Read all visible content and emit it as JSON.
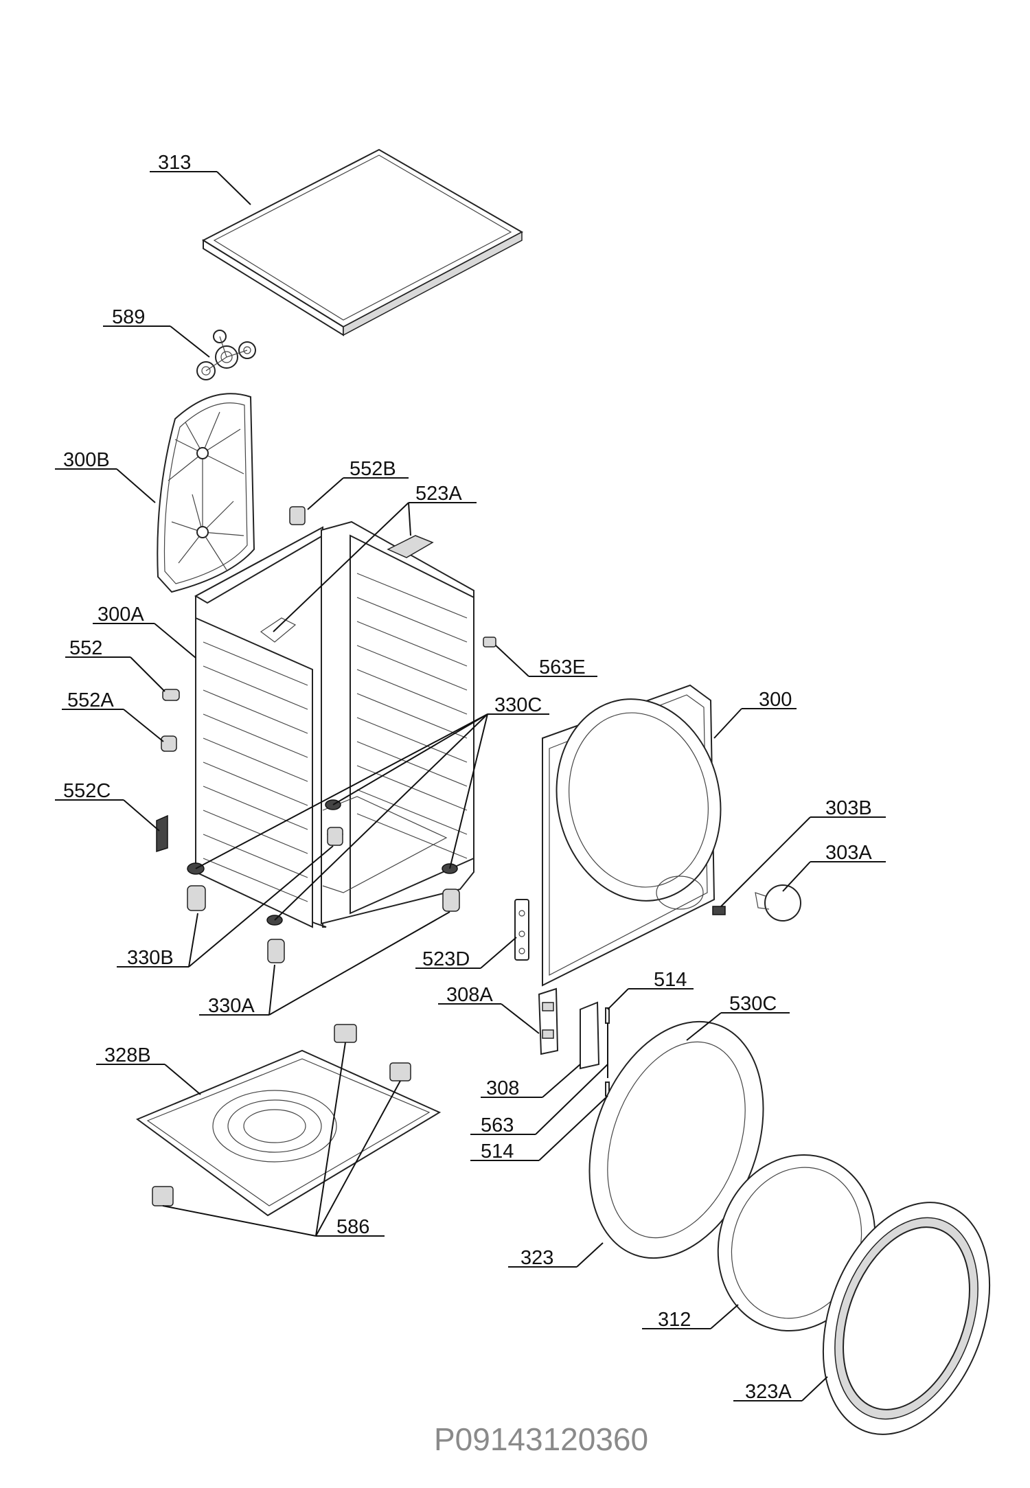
{
  "diagram": {
    "callouts": [
      {
        "id": "313",
        "label": "313"
      },
      {
        "id": "589",
        "label": "589"
      },
      {
        "id": "300B",
        "label": "300B"
      },
      {
        "id": "552B",
        "label": "552B"
      },
      {
        "id": "523A",
        "label": "523A"
      },
      {
        "id": "300A",
        "label": "300A"
      },
      {
        "id": "552",
        "label": "552"
      },
      {
        "id": "563E",
        "label": "563E"
      },
      {
        "id": "552A",
        "label": "552A"
      },
      {
        "id": "330C",
        "label": "330C"
      },
      {
        "id": "300",
        "label": "300"
      },
      {
        "id": "552C",
        "label": "552C"
      },
      {
        "id": "303B",
        "label": "303B"
      },
      {
        "id": "303A",
        "label": "303A"
      },
      {
        "id": "330B",
        "label": "330B"
      },
      {
        "id": "523D",
        "label": "523D"
      },
      {
        "id": "330A",
        "label": "330A"
      },
      {
        "id": "514a",
        "label": "514"
      },
      {
        "id": "308A",
        "label": "308A"
      },
      {
        "id": "530C",
        "label": "530C"
      },
      {
        "id": "328B",
        "label": "328B"
      },
      {
        "id": "308",
        "label": "308"
      },
      {
        "id": "563",
        "label": "563"
      },
      {
        "id": "514b",
        "label": "514"
      },
      {
        "id": "586",
        "label": "586"
      },
      {
        "id": "323",
        "label": "323"
      },
      {
        "id": "312",
        "label": "312"
      },
      {
        "id": "323A",
        "label": "323A"
      }
    ],
    "drawing_code": "P09143120360"
  }
}
